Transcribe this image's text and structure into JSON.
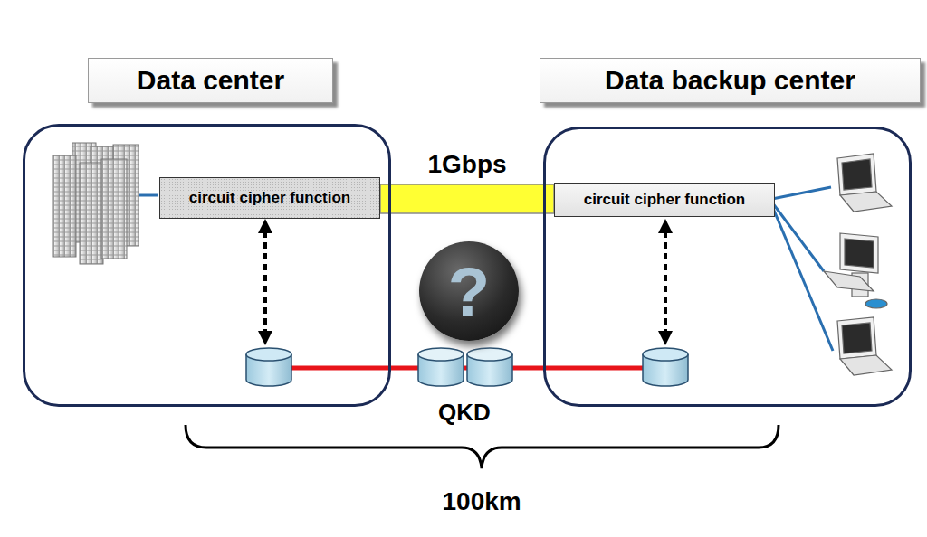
{
  "diagram": {
    "nodes": [
      {
        "text": [
          "Data center"
        ]
      },
      {
        "text": [
          "circuit cipher function"
        ],
        "in": 0
      },
      {
        "text": [
          "Data backup center"
        ]
      },
      {
        "text": [
          "circuit cipher function"
        ],
        "in": 2
      },
      {
        "text": [
          "?"
        ]
      }
    ],
    "edges": [
      {
        "from": 1,
        "to": 3,
        "arrow": "none",
        "label": "1Gbps"
      }
    ],
    "labels": [
      "QKD",
      "100km"
    ]
  }
}
